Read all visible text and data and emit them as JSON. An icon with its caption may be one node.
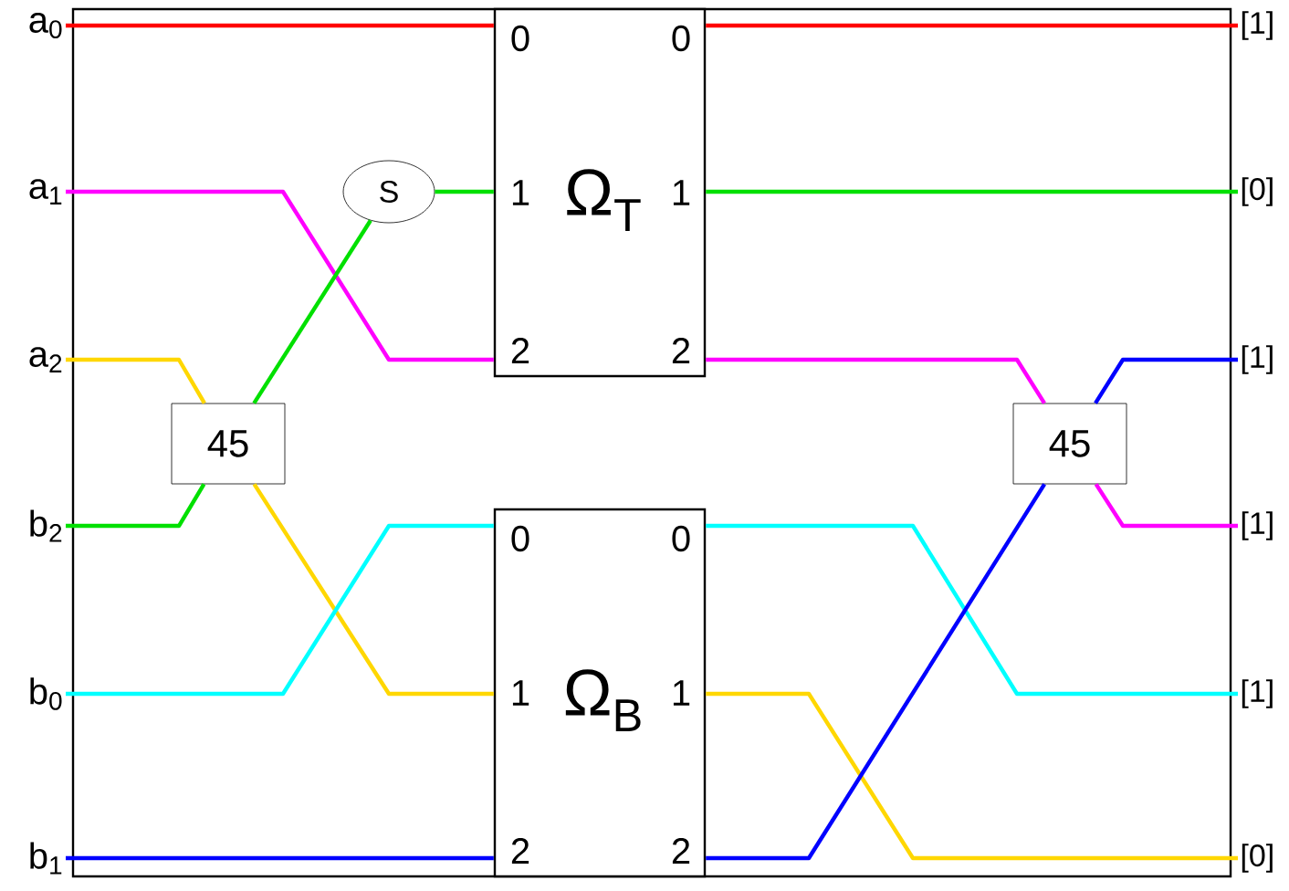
{
  "diagram": {
    "nodes": [
      {
        "text": [
          "a$_{0}$"
        ]
      },
      {
        "text": [
          "a$_{1}$"
        ]
      },
      {
        "text": [
          "a$_{2}$"
        ]
      },
      {
        "text": [
          "b$_{2}$"
        ]
      },
      {
        "text": [
          "b$_{0}$"
        ]
      },
      {
        "text": [
          "b$_{1}$"
        ]
      },
      {
        "text": [
          "Ω$_{T}$",
          "0",
          "1",
          "2",
          "0",
          "1",
          "2"
        ]
      },
      {
        "text": [
          "Ω$_{B}$",
          "0",
          "1",
          "2",
          "0",
          "1",
          "2"
        ]
      },
      {
        "text": [
          "S"
        ]
      },
      {
        "text": [
          "45"
        ]
      },
      {
        "text": [
          "45"
        ]
      },
      {
        "text": [
          "[1]"
        ]
      },
      {
        "text": [
          "[0]"
        ]
      },
      {
        "text": [
          "[1]"
        ]
      },
      {
        "text": [
          "[1]"
        ]
      },
      {
        "text": [
          "[1]"
        ]
      },
      {
        "text": [
          "[0]"
        ]
      }
    ],
    "edges": [
      {
        "from": 0,
        "to": 6,
        "arrow": "none",
        "color": "#ff0000"
      },
      {
        "from": 1,
        "to": 6,
        "arrow": "none",
        "color": "#ff00ff"
      },
      {
        "from": 2,
        "to": 9,
        "arrow": "none",
        "color": "#ffd700"
      },
      {
        "from": 9,
        "to": 7,
        "arrow": "none",
        "color": "#ffd700"
      },
      {
        "from": 3,
        "to": 9,
        "arrow": "none",
        "color": "#00e000"
      },
      {
        "from": 9,
        "to": 8,
        "arrow": "none",
        "color": "#00e000"
      },
      {
        "from": 8,
        "to": 6,
        "arrow": "none",
        "color": "#00e000"
      },
      {
        "from": 4,
        "to": 7,
        "arrow": "none",
        "color": "#00ffff"
      },
      {
        "from": 5,
        "to": 7,
        "arrow": "none",
        "color": "#0000ff"
      },
      {
        "from": 6,
        "to": 11,
        "arrow": "none",
        "color": "#ff0000"
      },
      {
        "from": 6,
        "to": 12,
        "arrow": "none",
        "color": "#00e000"
      },
      {
        "from": 6,
        "to": 10,
        "arrow": "none",
        "color": "#ff00ff"
      },
      {
        "from": 10,
        "to": 14,
        "arrow": "none",
        "color": "#ff00ff"
      },
      {
        "from": 7,
        "to": 15,
        "arrow": "none",
        "color": "#00ffff"
      },
      {
        "from": 7,
        "to": 16,
        "arrow": "none",
        "color": "#ffd700"
      },
      {
        "from": 7,
        "to": 10,
        "arrow": "none",
        "color": "#0000ff"
      },
      {
        "from": 10,
        "to": 13,
        "arrow": "none",
        "color": "#0000ff"
      }
    ]
  }
}
